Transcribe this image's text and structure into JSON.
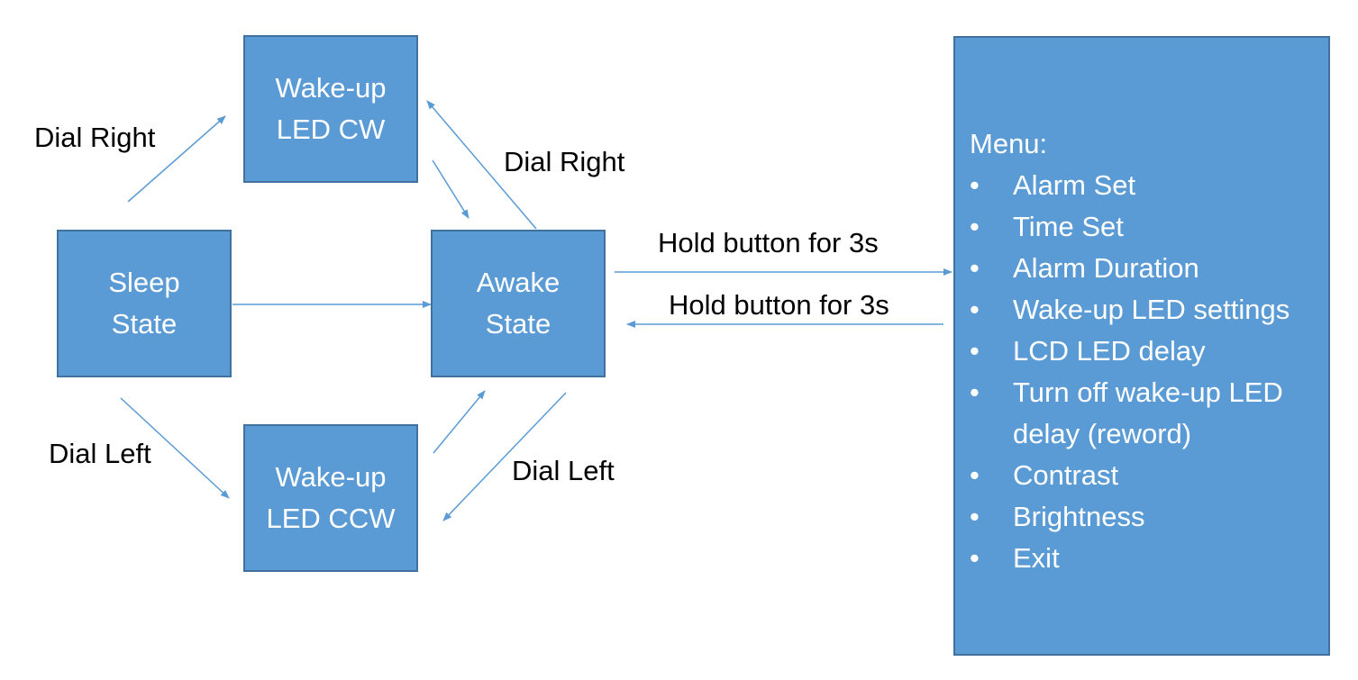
{
  "colors": {
    "box_fill": "#5b9bd5",
    "box_border": "#41719c",
    "box_text": "#ffffff",
    "connector": "#5b9bd5",
    "label_text": "#000000"
  },
  "nodes": {
    "sleep": {
      "line1": "Sleep",
      "line2": "State"
    },
    "awake": {
      "line1": "Awake",
      "line2": "State"
    },
    "led_cw": {
      "line1": "Wake-up",
      "line2": "LED CW"
    },
    "led_ccw": {
      "line1": "Wake-up",
      "line2": "LED CCW"
    }
  },
  "labels": {
    "dial_right_left": "Dial Right",
    "dial_right_right": "Dial Right",
    "dial_left_left": "Dial Left",
    "dial_left_right": "Dial Left",
    "hold_to_menu": "Hold button for 3s",
    "hold_to_awake": "Hold button for 3s"
  },
  "menu": {
    "title": "Menu:",
    "bullet": "•",
    "items": [
      "Alarm Set",
      "Time Set",
      "Alarm Duration",
      "Wake-up LED settings",
      "LCD LED delay",
      "Turn off wake-up LED delay (reword)",
      "Contrast",
      "Brightness",
      "Exit"
    ]
  }
}
